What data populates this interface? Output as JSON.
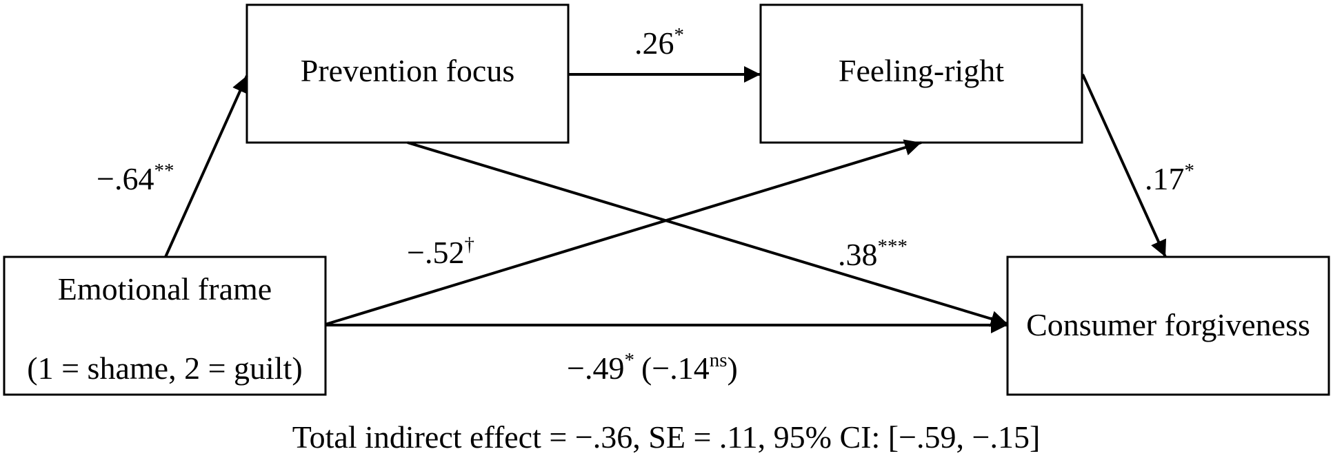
{
  "nodes": {
    "prevention": {
      "label": "Prevention focus"
    },
    "feeling": {
      "label": "Feeling-right"
    },
    "emotional": {
      "label": "Emotional frame",
      "sublabel": "(1 = shame, 2 = guilt)"
    },
    "forgiveness": {
      "label": "Consumer forgiveness"
    }
  },
  "paths": {
    "a1": {
      "value": "−.64",
      "sig": "**"
    },
    "d21": {
      "value": ".26",
      "sig": "*"
    },
    "b2": {
      "value": ".17",
      "sig": "*"
    },
    "a2": {
      "value": "−.52",
      "sig": "†"
    },
    "b1": {
      "value": ".38",
      "sig": "***"
    },
    "c": {
      "value": "−.49",
      "sig": "*",
      "direct_value": "(−.14",
      "direct_sig": "ns",
      "direct_close": ")"
    }
  },
  "footer": "Total indirect effect = −.36, SE = .11, 95% CI: [−.59, −.15]"
}
